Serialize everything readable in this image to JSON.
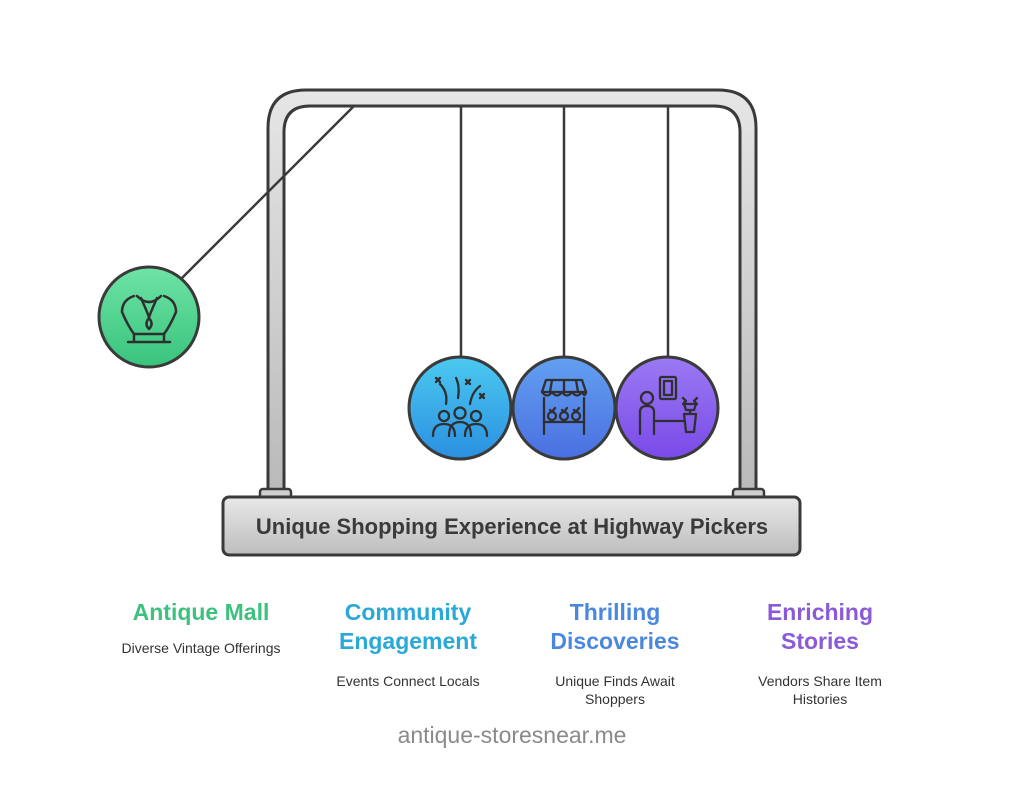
{
  "diagram": {
    "base_label": "Unique Shopping Experience at Highway Pickers",
    "balls": [
      {
        "icon": "necklace-display-icon",
        "color": "#4ed18a"
      },
      {
        "icon": "community-celebration-icon",
        "color": "#30aee0"
      },
      {
        "icon": "market-stall-icon",
        "color": "#4f86e8"
      },
      {
        "icon": "vendor-story-icon",
        "color": "#8a5ce8"
      }
    ]
  },
  "columns": [
    {
      "title_lines": [
        "Antique Mall"
      ],
      "desc_lines": [
        "Diverse Vintage Offerings"
      ],
      "color": "#3cc27e"
    },
    {
      "title_lines": [
        "Community",
        "Engagement"
      ],
      "desc_lines": [
        "Events Connect Locals"
      ],
      "color": "#2aa9d8"
    },
    {
      "title_lines": [
        "Thrilling",
        "Discoveries"
      ],
      "desc_lines": [
        "Unique Finds Await",
        "Shoppers"
      ],
      "color": "#4a88e0"
    },
    {
      "title_lines": [
        "Enriching",
        "Stories"
      ],
      "desc_lines": [
        "Vendors Share Item",
        "Histories"
      ],
      "color": "#8a5ad8"
    }
  ],
  "footer": {
    "text": "antique-storesnear.me"
  }
}
